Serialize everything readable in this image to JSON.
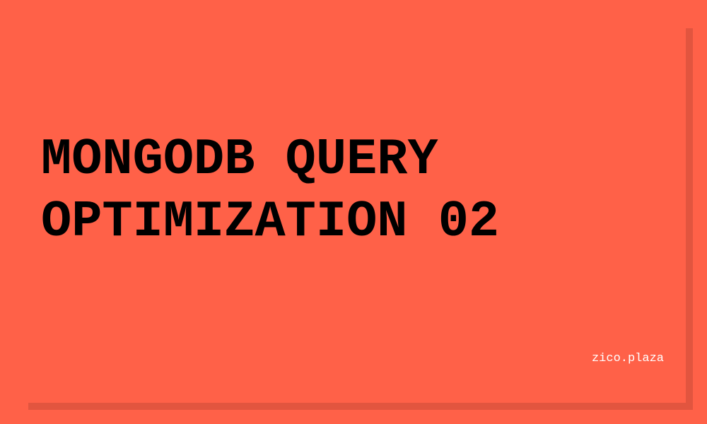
{
  "card": {
    "title_line1": "MONGODB QUERY",
    "title_line2": "OPTIMIZATION 02",
    "site": "zico.plaza"
  },
  "colors": {
    "background": "#FF6148",
    "shadow": "#E2553F",
    "title": "#000000",
    "site": "#FFFFFF"
  }
}
